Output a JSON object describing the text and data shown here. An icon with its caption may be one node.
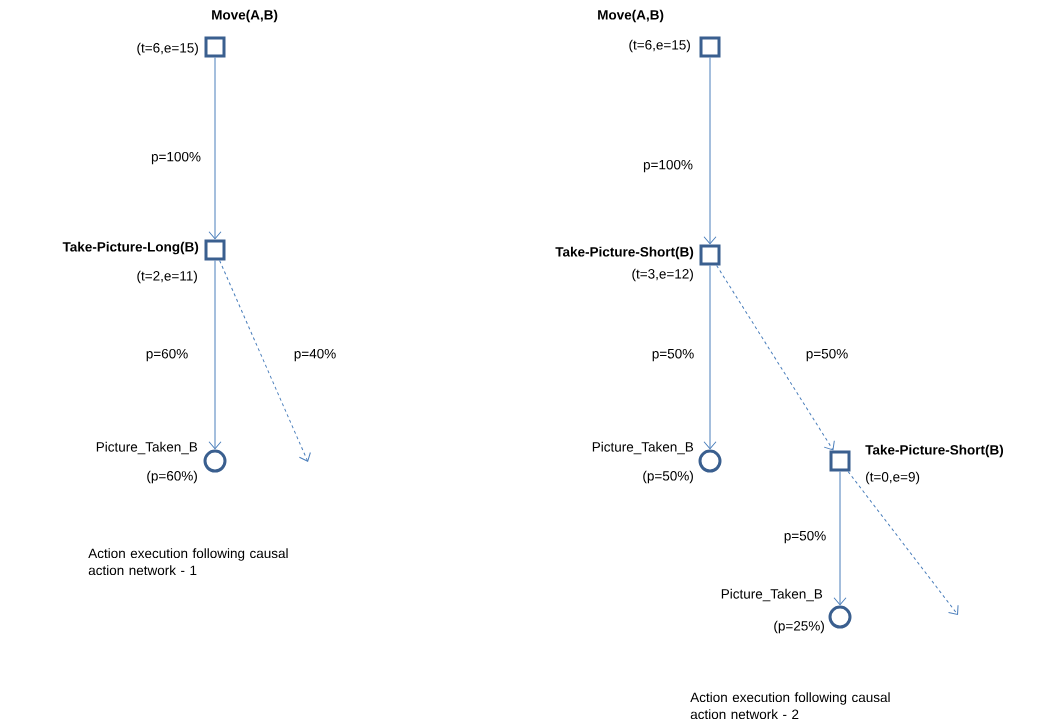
{
  "diagram": {
    "nodes": [
      {
        "text": [],
        "shape": "box",
        "beside": [
          "Move(A,B)",
          "(t=6,e=15)"
        ]
      },
      {
        "text": [],
        "shape": "box",
        "beside": [
          "Take-Picture-Long(B)",
          "(t=2,e=11)"
        ]
      },
      {
        "text": [],
        "shape": "circle",
        "beside": [
          "Picture_Taken_B",
          "(p=60%)"
        ]
      },
      {
        "text": [],
        "shape": "box",
        "beside": [
          "Move(A,B)",
          "(t=6,e=15)"
        ]
      },
      {
        "text": [],
        "shape": "box",
        "beside": [
          "Take-Picture-Short(B)",
          "(t=3,e=12)"
        ]
      },
      {
        "text": [],
        "shape": "circle",
        "beside": [
          "Picture_Taken_B",
          "(p=50%)"
        ]
      },
      {
        "text": [],
        "shape": "box",
        "beside": [
          "Take-Picture-Short(B)",
          "(t=0,e=9)"
        ]
      },
      {
        "text": [],
        "shape": "circle",
        "beside": [
          "Picture_Taken_B",
          "(p=25%)"
        ]
      }
    ],
    "edges": [
      {
        "from": 0,
        "to": 1,
        "arrow": "to",
        "label": "p=100%"
      },
      {
        "from": 1,
        "to": 2,
        "arrow": "to",
        "label": "p=60%"
      },
      {
        "from": 1,
        "to": null,
        "arrow": "to",
        "label": "p=40%",
        "style": "dashed"
      },
      {
        "from": 3,
        "to": 4,
        "arrow": "to",
        "label": "p=100%"
      },
      {
        "from": 4,
        "to": 5,
        "arrow": "to",
        "label": "p=50%"
      },
      {
        "from": 4,
        "to": 6,
        "arrow": "to",
        "label": "p=50%",
        "style": "dashed"
      },
      {
        "from": 6,
        "to": 7,
        "arrow": "to",
        "label": "p=50%"
      },
      {
        "from": 6,
        "to": null,
        "arrow": "to",
        "style": "dashed"
      }
    ],
    "labels": [
      "Action execution following causal action network - 1",
      "Action execution following causal action network - 2"
    ]
  }
}
